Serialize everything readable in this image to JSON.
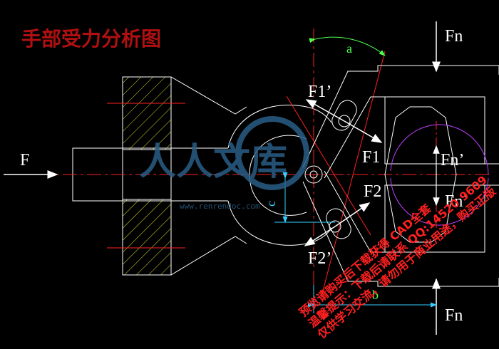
{
  "title": "手部受力分析图",
  "labels": {
    "F": "F",
    "Fn_top": "Fn",
    "Fn_bottom": "Fn",
    "Fn_prime_upper": "Fn’",
    "Fn_prime_lower": "Fn’",
    "F1": "F1",
    "F1_prime": "F1’",
    "F2": "F2",
    "F2_prime": "F2’"
  },
  "dimensions": {
    "a": "a",
    "b": "b",
    "c": "c"
  },
  "watermark": {
    "logo_text": "人人文库",
    "logo_sub": "www.renrendoc.com",
    "lines": [
      "预览请购买后下载获得 CAD全套",
      "温馨提示：下载后请联系 QQ:14520 9609",
      "仅供学习交流，请勿用于商业用途，购买正版"
    ]
  },
  "colors": {
    "background": "#000000",
    "outline": "#ffffff",
    "centerline": "#ff2020",
    "dimension": "#4dff4d",
    "dimension_c": "#33d0ff",
    "hatch": "#e6e633",
    "arc": "#c040ff",
    "title": "#b01010"
  }
}
